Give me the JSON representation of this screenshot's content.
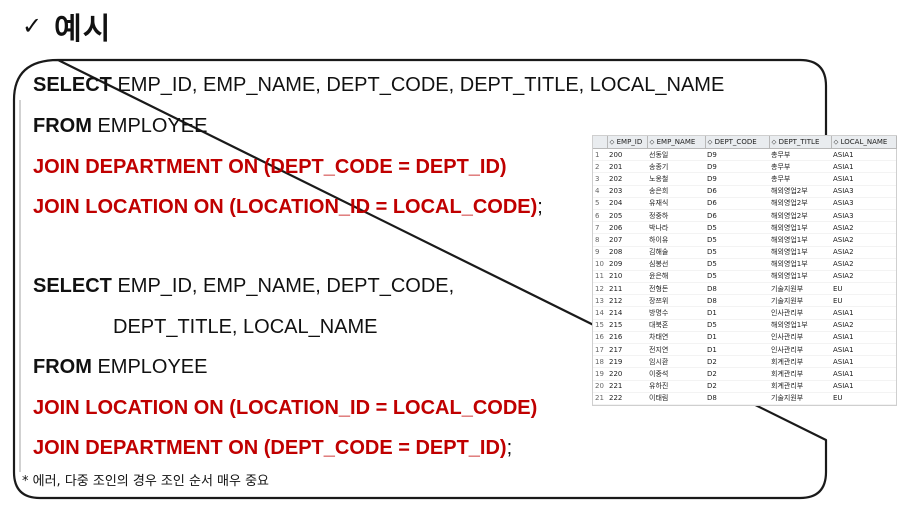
{
  "heading": {
    "check": "✓",
    "title": "예시"
  },
  "query1": {
    "line1_kw": "SELECT",
    "line1_rest": " EMP_ID, EMP_NAME, DEPT_CODE, DEPT_TITLE, LOCAL_NAME",
    "line2_kw": "FROM",
    "line2_rest": " EMPLOYEE",
    "line3": "JOIN DEPARTMENT ON (DEPT_CODE = DEPT_ID)",
    "line4": "JOIN LOCATION ON (LOCATION_ID = LOCAL_CODE)",
    "line4_end": ";"
  },
  "query2": {
    "line1_kw": "SELECT",
    "line1_rest": " EMP_ID, EMP_NAME, DEPT_CODE,",
    "line2": "DEPT_TITLE, LOCAL_NAME",
    "line3_kw": "FROM",
    "line3_rest": " EMPLOYEE",
    "line4": "JOIN LOCATION ON (LOCATION_ID = LOCAL_CODE)",
    "line5": "JOIN DEPARTMENT ON (DEPT_CODE = DEPT_ID)",
    "line5_end": ";"
  },
  "note": "* 에러, 다중 조인의 경우 조인 순서 매우 중요",
  "result": {
    "columns": [
      "EMP_ID",
      "EMP_NAME",
      "DEPT_CODE",
      "DEPT_TITLE",
      "LOCAL_NAME"
    ],
    "rows": [
      [
        "1",
        "200",
        "선동일",
        "D9",
        "총무부",
        "ASIA1"
      ],
      [
        "2",
        "201",
        "송종기",
        "D9",
        "총무부",
        "ASIA1"
      ],
      [
        "3",
        "202",
        "노옹철",
        "D9",
        "총무부",
        "ASIA1"
      ],
      [
        "4",
        "203",
        "송은희",
        "D6",
        "해외영업2부",
        "ASIA3"
      ],
      [
        "5",
        "204",
        "유재식",
        "D6",
        "해외영업2부",
        "ASIA3"
      ],
      [
        "6",
        "205",
        "정중하",
        "D6",
        "해외영업2부",
        "ASIA3"
      ],
      [
        "7",
        "206",
        "박나라",
        "D5",
        "해외영업1부",
        "ASIA2"
      ],
      [
        "8",
        "207",
        "하이유",
        "D5",
        "해외영업1부",
        "ASIA2"
      ],
      [
        "9",
        "208",
        "김해술",
        "D5",
        "해외영업1부",
        "ASIA2"
      ],
      [
        "10",
        "209",
        "심봉선",
        "D5",
        "해외영업1부",
        "ASIA2"
      ],
      [
        "11",
        "210",
        "윤은해",
        "D5",
        "해외영업1부",
        "ASIA2"
      ],
      [
        "12",
        "211",
        "전형돈",
        "D8",
        "기술지원부",
        "EU"
      ],
      [
        "13",
        "212",
        "장쯔위",
        "D8",
        "기술지원부",
        "EU"
      ],
      [
        "14",
        "214",
        "방명수",
        "D1",
        "인사관리부",
        "ASIA1"
      ],
      [
        "15",
        "215",
        "대북혼",
        "D5",
        "해외영업1부",
        "ASIA2"
      ],
      [
        "16",
        "216",
        "차태연",
        "D1",
        "인사관리부",
        "ASIA1"
      ],
      [
        "17",
        "217",
        "전지연",
        "D1",
        "인사관리부",
        "ASIA1"
      ],
      [
        "18",
        "219",
        "임시환",
        "D2",
        "회계관리부",
        "ASIA1"
      ],
      [
        "19",
        "220",
        "이중석",
        "D2",
        "회계관리부",
        "ASIA1"
      ],
      [
        "20",
        "221",
        "유하진",
        "D2",
        "회계관리부",
        "ASIA1"
      ],
      [
        "21",
        "222",
        "이태림",
        "D8",
        "기술지원부",
        "EU"
      ]
    ]
  }
}
